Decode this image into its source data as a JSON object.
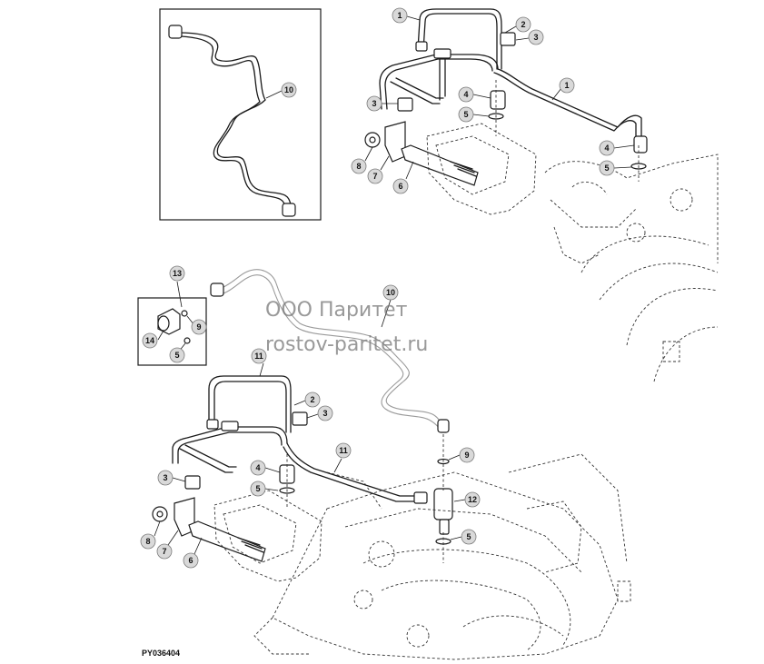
{
  "diagram": {
    "figure_code": "PY036404",
    "watermark": {
      "line1": "ООО Паритет",
      "line2": "rostov-paritet.ru"
    },
    "callouts": {
      "c1a": "1",
      "c1b": "1",
      "c2a": "2",
      "c3a": "3",
      "c3b": "3",
      "c4a": "4",
      "c5a": "5",
      "c4b": "4",
      "c5b": "5",
      "c6a": "6",
      "c7a": "7",
      "c8a": "8",
      "c10a": "10",
      "c13": "13",
      "c9a": "9",
      "c14": "14",
      "c5c": "5",
      "c10b": "10",
      "c11a": "11",
      "c2b": "2",
      "c3c": "3",
      "c9b": "9",
      "c11b": "11",
      "c4c": "4",
      "c5d": "5",
      "c12": "12",
      "c5e": "5",
      "c3d": "3",
      "c8b": "8",
      "c7b": "7",
      "c6b": "6"
    }
  }
}
